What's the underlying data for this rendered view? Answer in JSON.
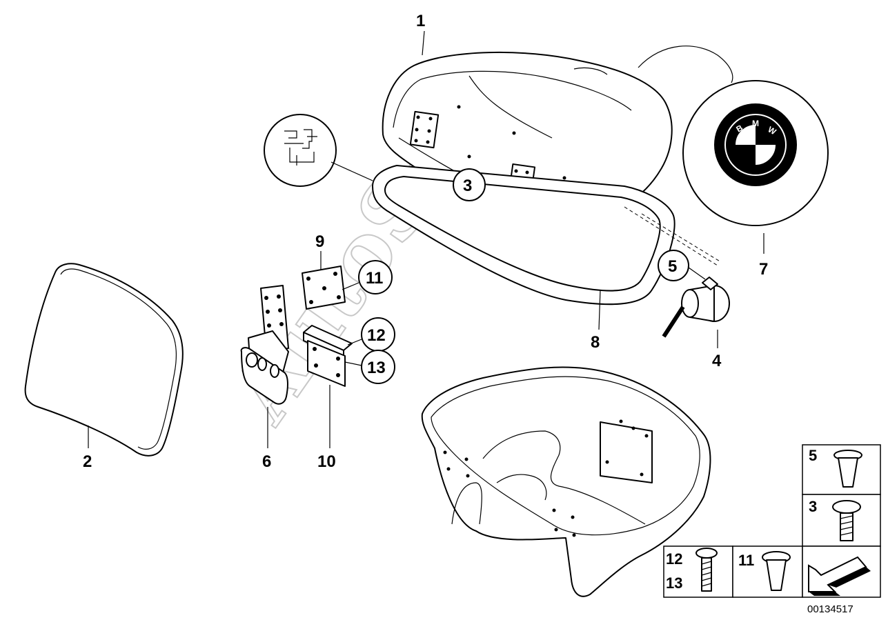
{
  "diagram": {
    "part_numbers": {
      "p1": "1",
      "p2": "2",
      "p3": "3",
      "p4": "4",
      "p5": "5",
      "p6": "6",
      "p7": "7",
      "p8": "8",
      "p9": "9",
      "p10": "10",
      "p11": "11",
      "p12": "12",
      "p13": "13"
    },
    "emblem_letters": [
      "B",
      "M",
      "W"
    ],
    "watermark": "AutoSoft",
    "legend": {
      "cell_5": "5",
      "cell_3": "3",
      "cell_12": "12",
      "cell_13": "13",
      "cell_11": "11"
    },
    "image_id": "00134517"
  }
}
